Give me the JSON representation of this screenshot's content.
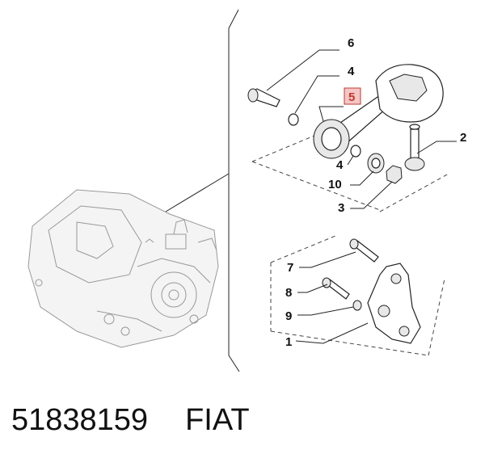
{
  "diagram": {
    "callouts": {
      "c6": "6",
      "c4a": "4",
      "c5": "5",
      "c2": "2",
      "c4b": "4",
      "c10": "10",
      "c3": "3",
      "c7": "7",
      "c8": "8",
      "c9": "9",
      "c1": "1"
    },
    "highlight_color": "#c0392b",
    "highlight_box_color": "#f4c6c6"
  },
  "footer": {
    "part_number": "51838159",
    "brand": "FIAT"
  }
}
